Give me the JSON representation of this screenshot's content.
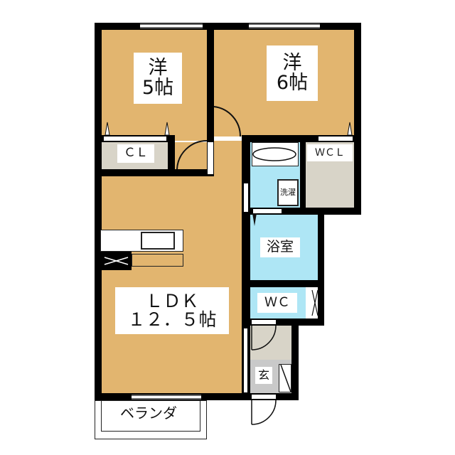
{
  "floorplan": {
    "rooms": {
      "western_room_1": {
        "type": "洋",
        "size": "5帖"
      },
      "western_room_2": {
        "type": "洋",
        "size": "6帖"
      },
      "closet": {
        "label": "ＣＬ"
      },
      "walk_in_closet": {
        "label": "ＷＣＬ"
      },
      "laundry": {
        "label": "洗濯"
      },
      "bathroom": {
        "label": "浴室"
      },
      "toilet": {
        "label": "ＷＣ"
      },
      "ldk": {
        "type": "ＬＤＫ",
        "size": "１２．５帖"
      },
      "entrance": {
        "label": "玄"
      },
      "balcony": {
        "label": "ベランダ"
      }
    },
    "colors": {
      "wood_floor": "#e2b56f",
      "wet_area": "#aee6f5",
      "storage": "#d8d4c8",
      "entrance": "#c9c9c9",
      "wall": "#000000"
    }
  }
}
